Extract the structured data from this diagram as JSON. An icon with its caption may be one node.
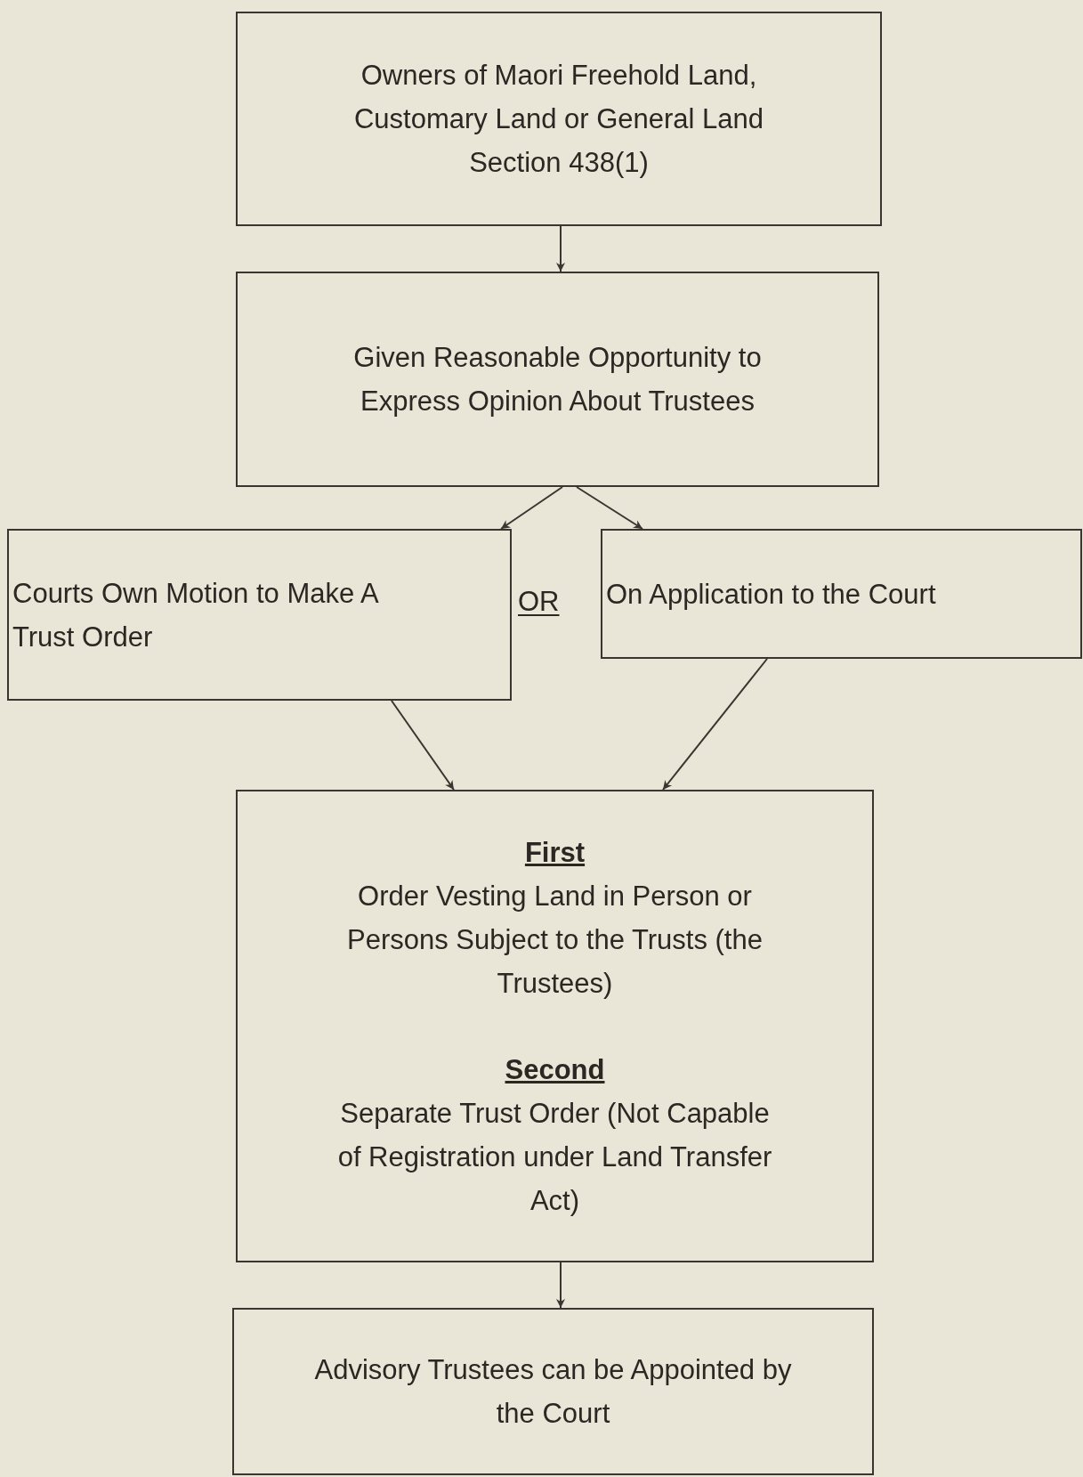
{
  "diagram": {
    "nodes": [
      {
        "text": [
          "Owners of Maori Freehold Land, Customary Land or General Land Section 438(1)"
        ]
      },
      {
        "text": [
          "Given Reasonable Opportunity to Express Opinion About Trustees"
        ]
      },
      {
        "text": [
          "Courts Own Motion to Make A Trust Order"
        ]
      },
      {
        "text": [
          "On Application to the Court"
        ]
      },
      {
        "text": [
          "First",
          "Order Vesting Land in Person or Persons Subject to the Trusts (the Trustees)",
          "Second",
          "Separate Trust Order (Not Capable of Registration under Land Transfer Act)"
        ]
      },
      {
        "text": [
          "Advisory Trustees can be Appointed by the Court"
        ]
      }
    ],
    "edges": [
      {
        "from": 0,
        "to": 1,
        "arrow": "to"
      },
      {
        "from": 1,
        "to": 2,
        "arrow": "to"
      },
      {
        "from": 1,
        "to": 3,
        "arrow": "to"
      },
      {
        "from": 2,
        "to": 4,
        "arrow": "to"
      },
      {
        "from": 3,
        "to": 4,
        "arrow": "to"
      },
      {
        "from": 4,
        "to": 5,
        "arrow": "to"
      }
    ],
    "labels": [
      "OR"
    ]
  }
}
